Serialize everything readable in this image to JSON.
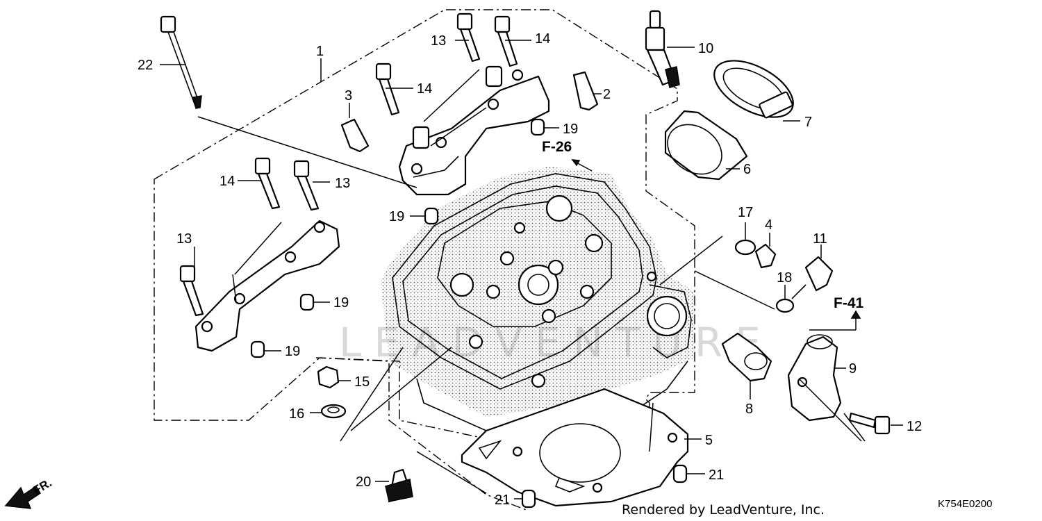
{
  "diagram": {
    "callouts": [
      {
        "id": "c1",
        "text": "1"
      },
      {
        "id": "c2",
        "text": "2"
      },
      {
        "id": "c3",
        "text": "3"
      },
      {
        "id": "c4",
        "text": "4"
      },
      {
        "id": "c5",
        "text": "5"
      },
      {
        "id": "c6",
        "text": "6"
      },
      {
        "id": "c7",
        "text": "7"
      },
      {
        "id": "c8",
        "text": "8"
      },
      {
        "id": "c9",
        "text": "9"
      },
      {
        "id": "c10",
        "text": "10"
      },
      {
        "id": "c11",
        "text": "11"
      },
      {
        "id": "c12",
        "text": "12"
      },
      {
        "id": "c13a",
        "text": "13"
      },
      {
        "id": "c13b",
        "text": "13"
      },
      {
        "id": "c13c",
        "text": "13"
      },
      {
        "id": "c14a",
        "text": "14"
      },
      {
        "id": "c14b",
        "text": "14"
      },
      {
        "id": "c14c",
        "text": "14"
      },
      {
        "id": "c15",
        "text": "15"
      },
      {
        "id": "c16",
        "text": "16"
      },
      {
        "id": "c17",
        "text": "17"
      },
      {
        "id": "c18",
        "text": "18"
      },
      {
        "id": "c19a",
        "text": "19"
      },
      {
        "id": "c19b",
        "text": "19"
      },
      {
        "id": "c19c",
        "text": "19"
      },
      {
        "id": "c19d",
        "text": "19"
      },
      {
        "id": "c20",
        "text": "20"
      },
      {
        "id": "c21a",
        "text": "21"
      },
      {
        "id": "c21b",
        "text": "21"
      },
      {
        "id": "c22",
        "text": "22"
      }
    ],
    "refs": {
      "f26": "F-26",
      "f41": "F-41"
    },
    "direction_label": "FR.",
    "watermark": "LEADVENTURE",
    "footer_credit": "Rendered by LeadVenture, Inc.",
    "diagram_code": "K754E0200"
  }
}
